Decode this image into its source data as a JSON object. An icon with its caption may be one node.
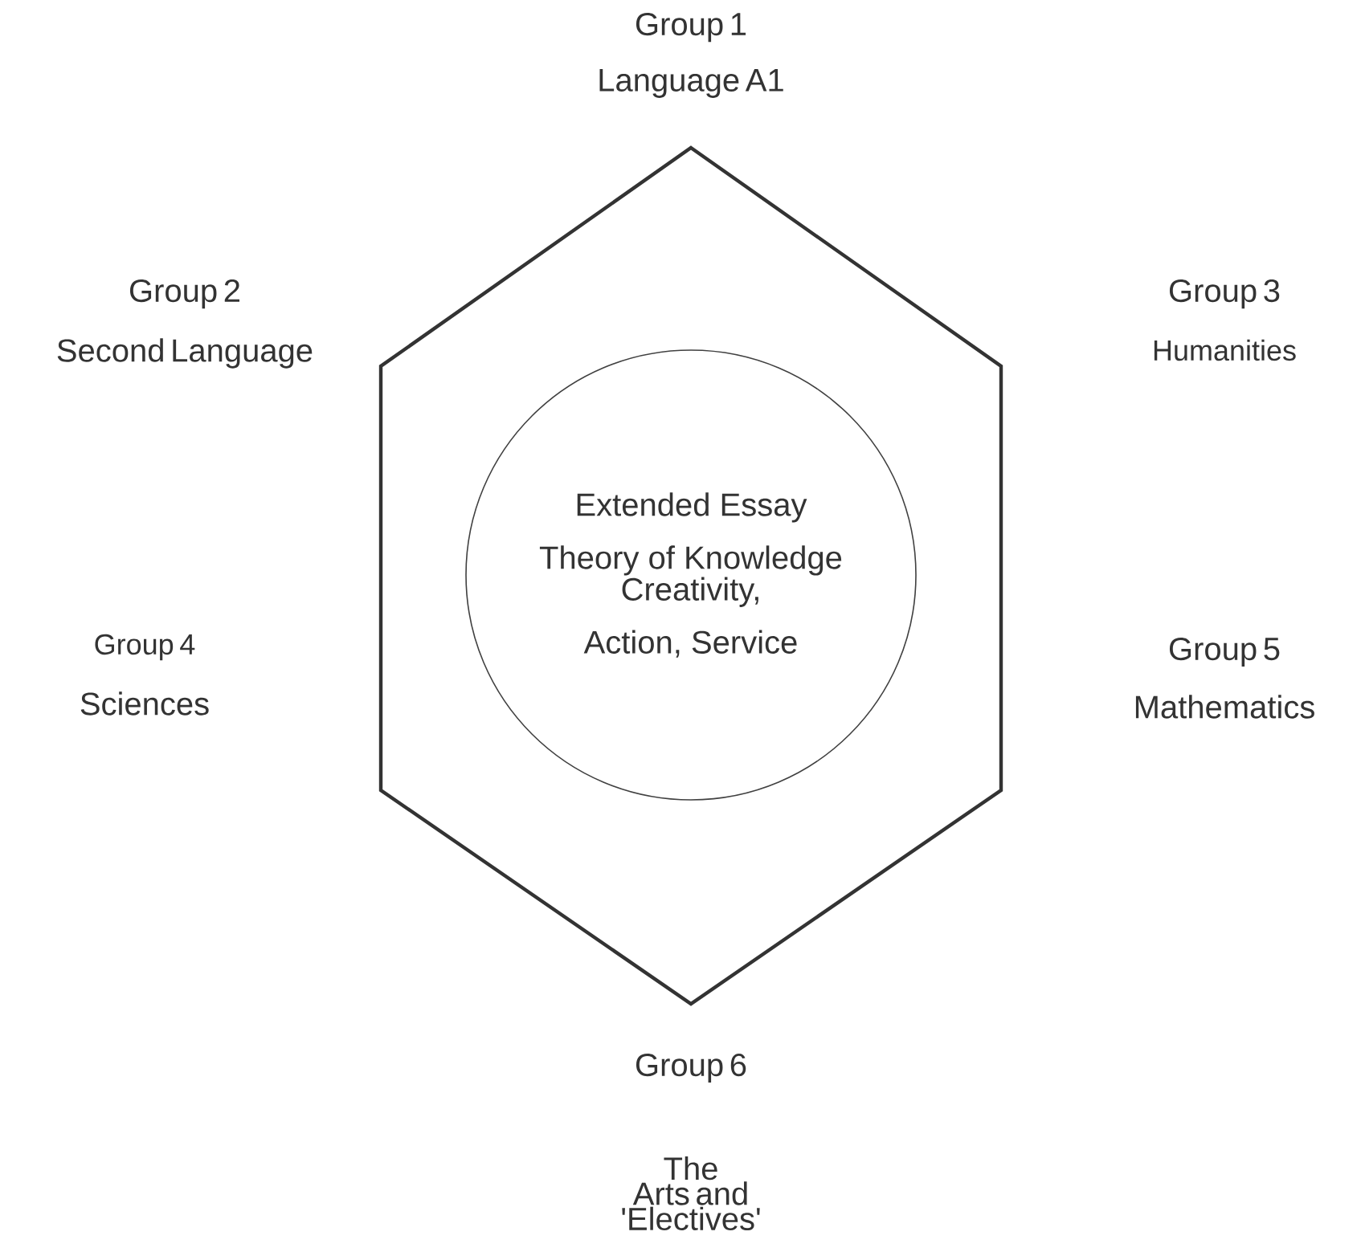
{
  "diagram": {
    "nodes": [
      {
        "text": [],
        "shape": "hexagon"
      },
      {
        "text": [
          "Extended Essay",
          "Theory of Knowledge",
          "Creativity, Action, Service"
        ],
        "in": 0
      }
    ],
    "labels": [
      "Group 1",
      "Language A1",
      "Group 2",
      "Second Language",
      "Group 3",
      "Humanities",
      "Group 4",
      "Sciences",
      "Group 5",
      "Mathematics",
      "Group 6",
      "The Arts and 'Electives'"
    ]
  }
}
